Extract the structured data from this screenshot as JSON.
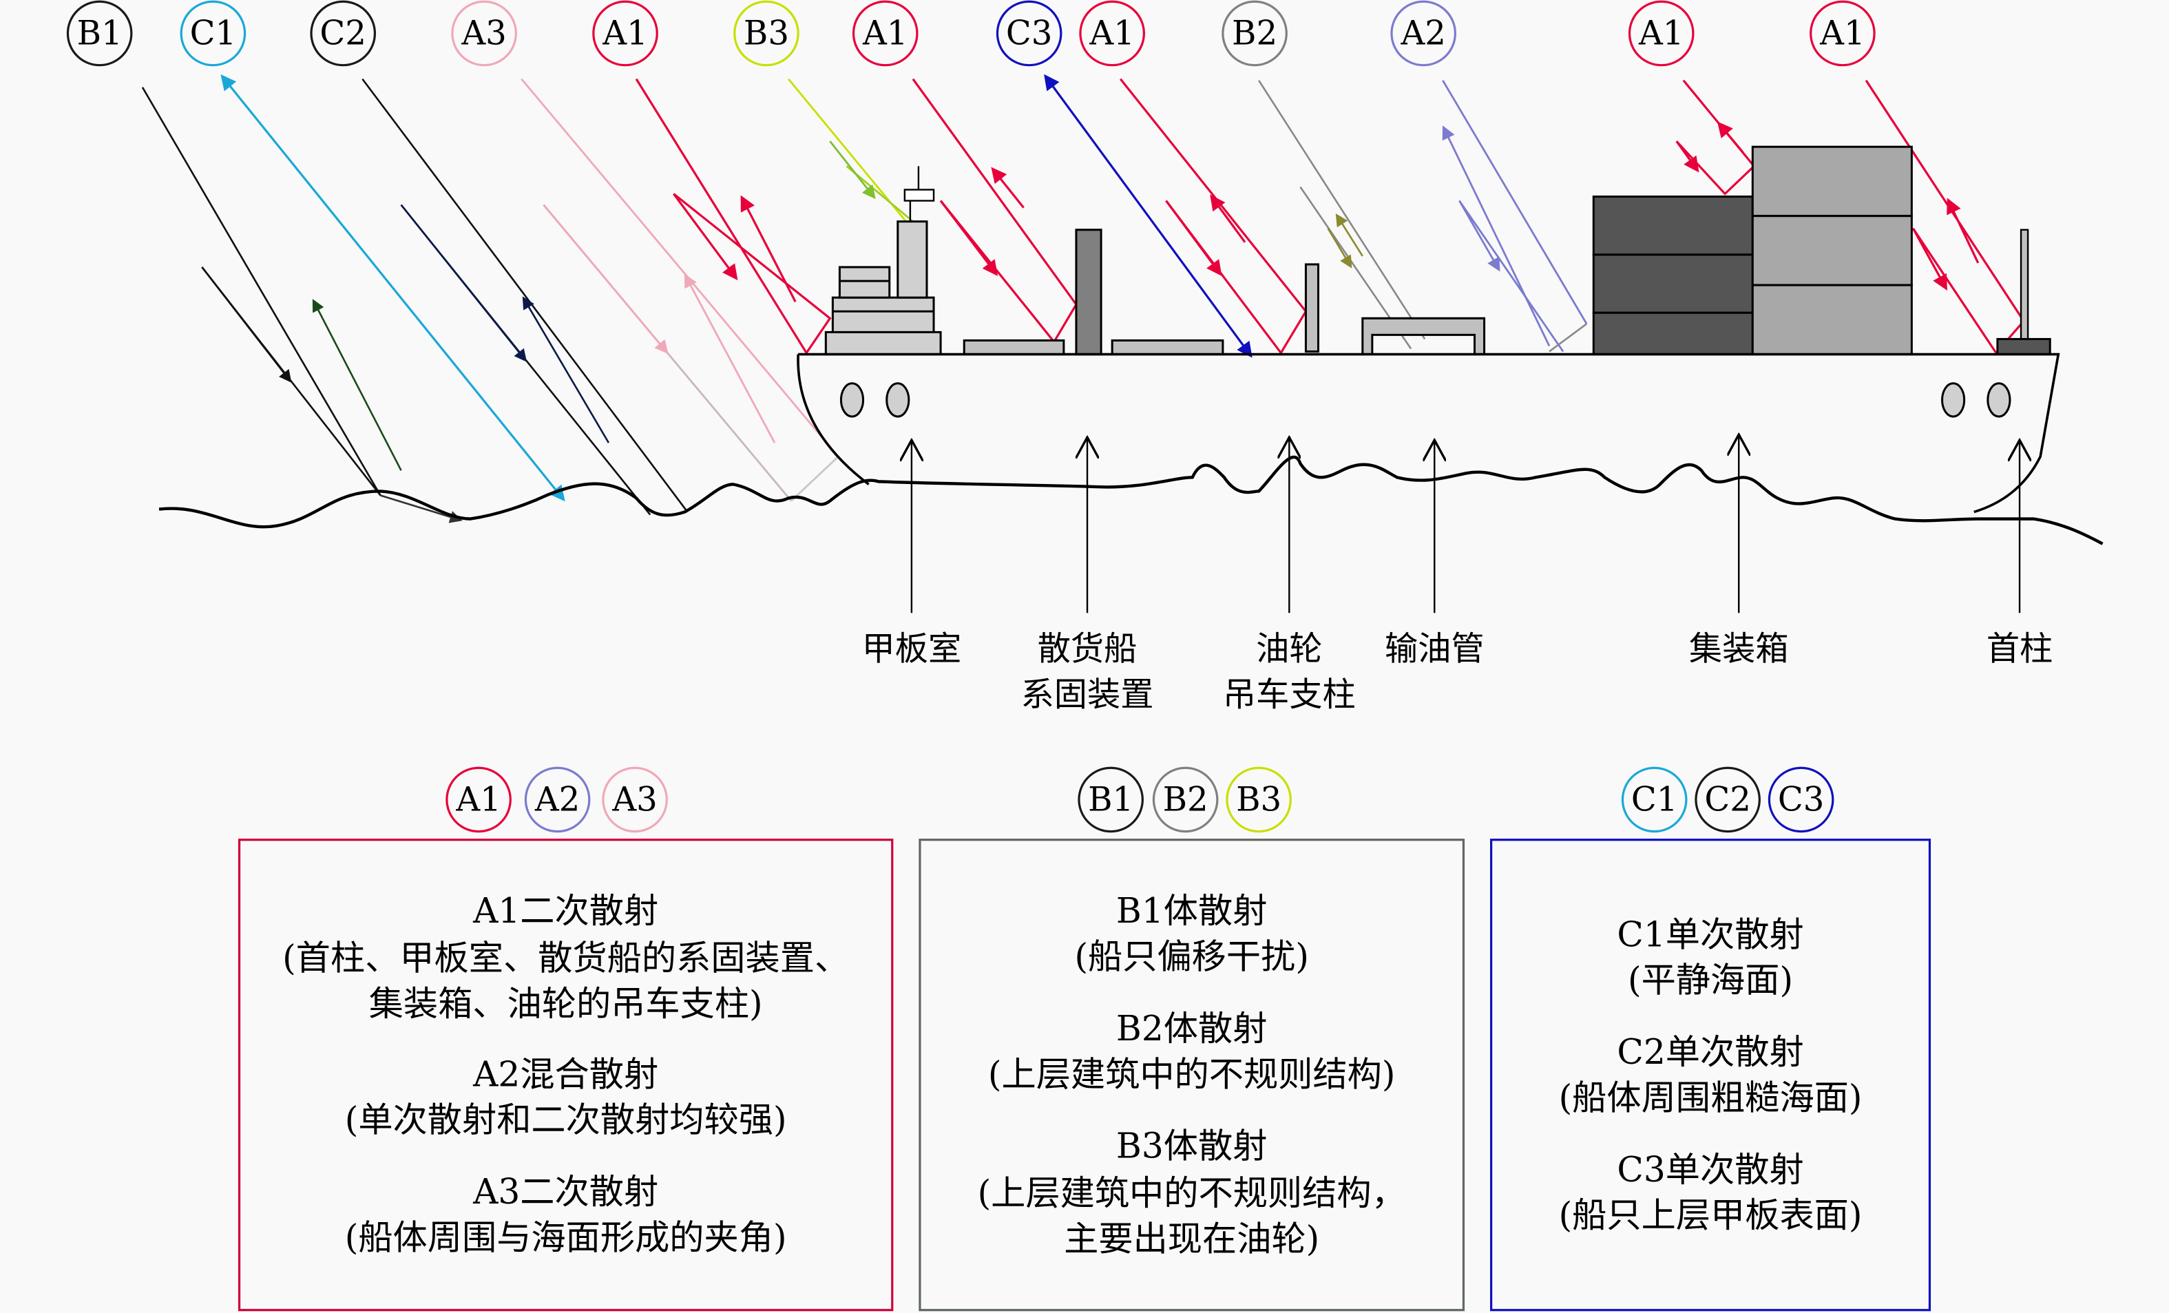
{
  "colors": {
    "A1": "#e8003a",
    "A2": "#7b7bd0",
    "A3": "#f0a8b8",
    "B1": "#1a1a1a",
    "B2": "#808080",
    "B3": "#c8e000",
    "C1": "#1aa8d8",
    "C2": "#1a1a1a",
    "C3": "#1010c0",
    "boxA": "#d0003a",
    "boxB": "#606860",
    "boxC": "#1010c0"
  },
  "top_tags": [
    "B1",
    "C1",
    "C2",
    "A3",
    "A1",
    "B3",
    "A1",
    "C3",
    "A1",
    "B2",
    "A2",
    "A1",
    "A1"
  ],
  "ship_labels": [
    {
      "lines": [
        "甲板室"
      ]
    },
    {
      "lines": [
        "散货船",
        "系固装置"
      ]
    },
    {
      "lines": [
        "油轮",
        "吊车支柱"
      ]
    },
    {
      "lines": [
        "输油管"
      ]
    },
    {
      "lines": [
        "集装箱"
      ]
    },
    {
      "lines": [
        "首柱"
      ]
    }
  ],
  "legend": [
    {
      "group": "A",
      "tags": [
        "A1",
        "A2",
        "A3"
      ],
      "lines": [
        "A1二次散射",
        "(首柱、甲板室、散货船的系固装置、",
        "集装箱、油轮的吊车支柱)",
        "A2混合散射",
        "(单次散射和二次散射均较强)",
        "A3二次散射",
        "(船体周围与海面形成的夹角)"
      ]
    },
    {
      "group": "B",
      "tags": [
        "B1",
        "B2",
        "B3"
      ],
      "lines": [
        "B1体散射",
        "(船只偏移干扰)",
        "B2体散射",
        "(上层建筑中的不规则结构)",
        "B3体散射",
        "(上层建筑中的不规则结构，",
        "主要出现在油轮)"
      ]
    },
    {
      "group": "C",
      "tags": [
        "C1",
        "C2",
        "C3"
      ],
      "lines": [
        "C1单次散射",
        "(平静海面)",
        "C2单次散射",
        "(船体周围粗糙海面)",
        "C3单次散射",
        "(船只上层甲板表面)"
      ]
    }
  ]
}
